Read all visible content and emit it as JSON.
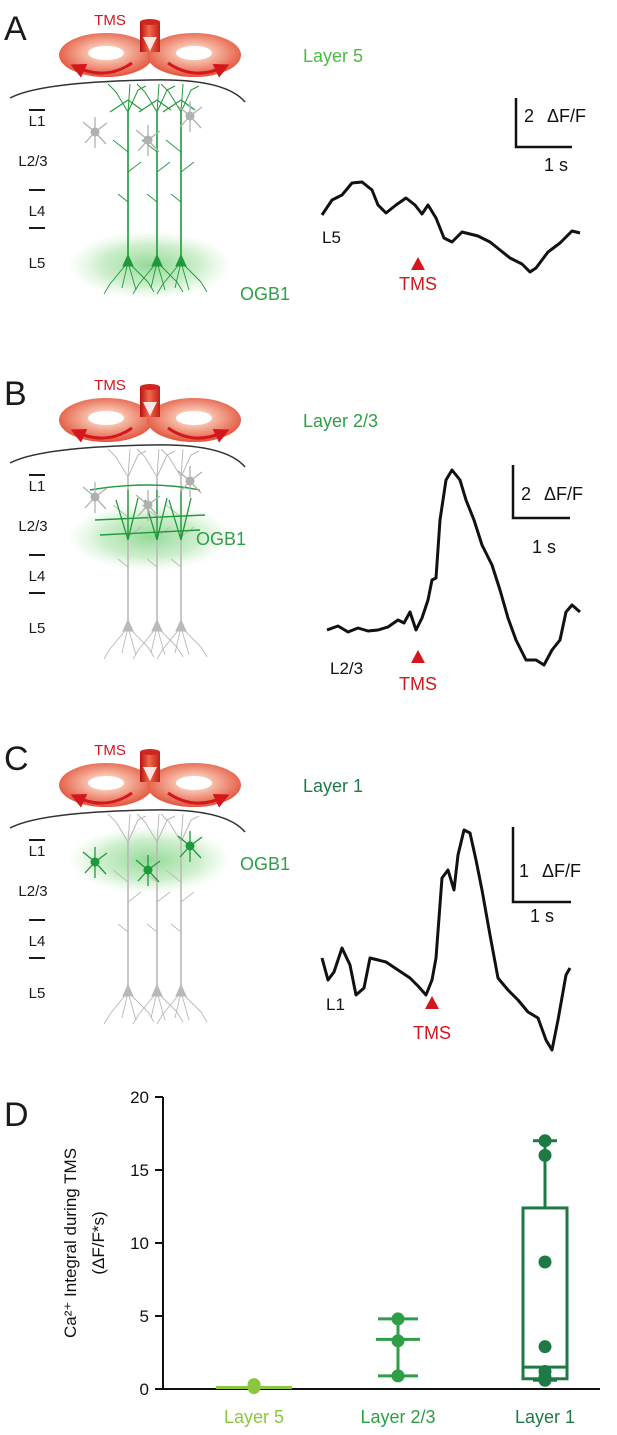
{
  "panels": [
    {
      "letter": "A",
      "coil_label": "TMS",
      "layer_title": "Layer 5",
      "title_color": "#4cbb45",
      "dye_label": "OGB1",
      "cortical_labels": [
        "L1",
        "L2/3",
        "L4",
        "L5"
      ],
      "scale_value": "2",
      "scale_unit": "ΔF/F",
      "scale_time": "1 s",
      "trace_label": "L5",
      "stim_label": "TMS"
    },
    {
      "letter": "B",
      "coil_label": "TMS",
      "layer_title": "Layer 2/3",
      "title_color": "#2e9e47",
      "dye_label": "OGB1",
      "cortical_labels": [
        "L1",
        "L2/3",
        "L4",
        "L5"
      ],
      "scale_value": "2",
      "scale_unit": "ΔF/F",
      "scale_time": "1 s",
      "trace_label": "L2/3",
      "stim_label": "TMS"
    },
    {
      "letter": "C",
      "coil_label": "TMS",
      "layer_title": "Layer 1",
      "title_color": "#1e7a45",
      "dye_label": "OGB1",
      "cortical_labels": [
        "L1",
        "L2/3",
        "L4",
        "L5"
      ],
      "scale_value": "1",
      "scale_unit": "ΔF/F",
      "scale_time": "1 s",
      "trace_label": "L1",
      "stim_label": "TMS"
    }
  ],
  "chart_data": {
    "type": "box",
    "panel_letter": "D",
    "ylabel": "Ca²⁺ Integral during TMS",
    "ylabel_unit": "(ΔF/F*s)",
    "ylim": [
      0,
      20
    ],
    "yticks": [
      0,
      5,
      10,
      15,
      20
    ],
    "categories": [
      "Layer 5",
      "Layer 2/3",
      "Layer 1"
    ],
    "colors": [
      "#8cc63f",
      "#2e9e47",
      "#1e7a45"
    ],
    "series": [
      {
        "name": "Layer 5",
        "points": [
          0.1,
          0.2,
          0.3
        ],
        "summary": {
          "min": 0.05,
          "q1": 0.05,
          "median": 0.1,
          "q3": 0.15,
          "max": 0.3
        }
      },
      {
        "name": "Layer 2/3",
        "points": [
          0.9,
          3.3,
          4.8
        ],
        "summary": {
          "min": 0.9,
          "median": 3.4,
          "max": 4.8
        }
      },
      {
        "name": "Layer 1",
        "points": [
          17.0,
          16.0,
          8.7,
          2.9,
          1.2,
          0.8,
          0.6
        ],
        "summary": {
          "min": 0.6,
          "q1": 0.7,
          "median": 1.5,
          "q3": 12.4,
          "max": 17.0
        }
      }
    ]
  }
}
